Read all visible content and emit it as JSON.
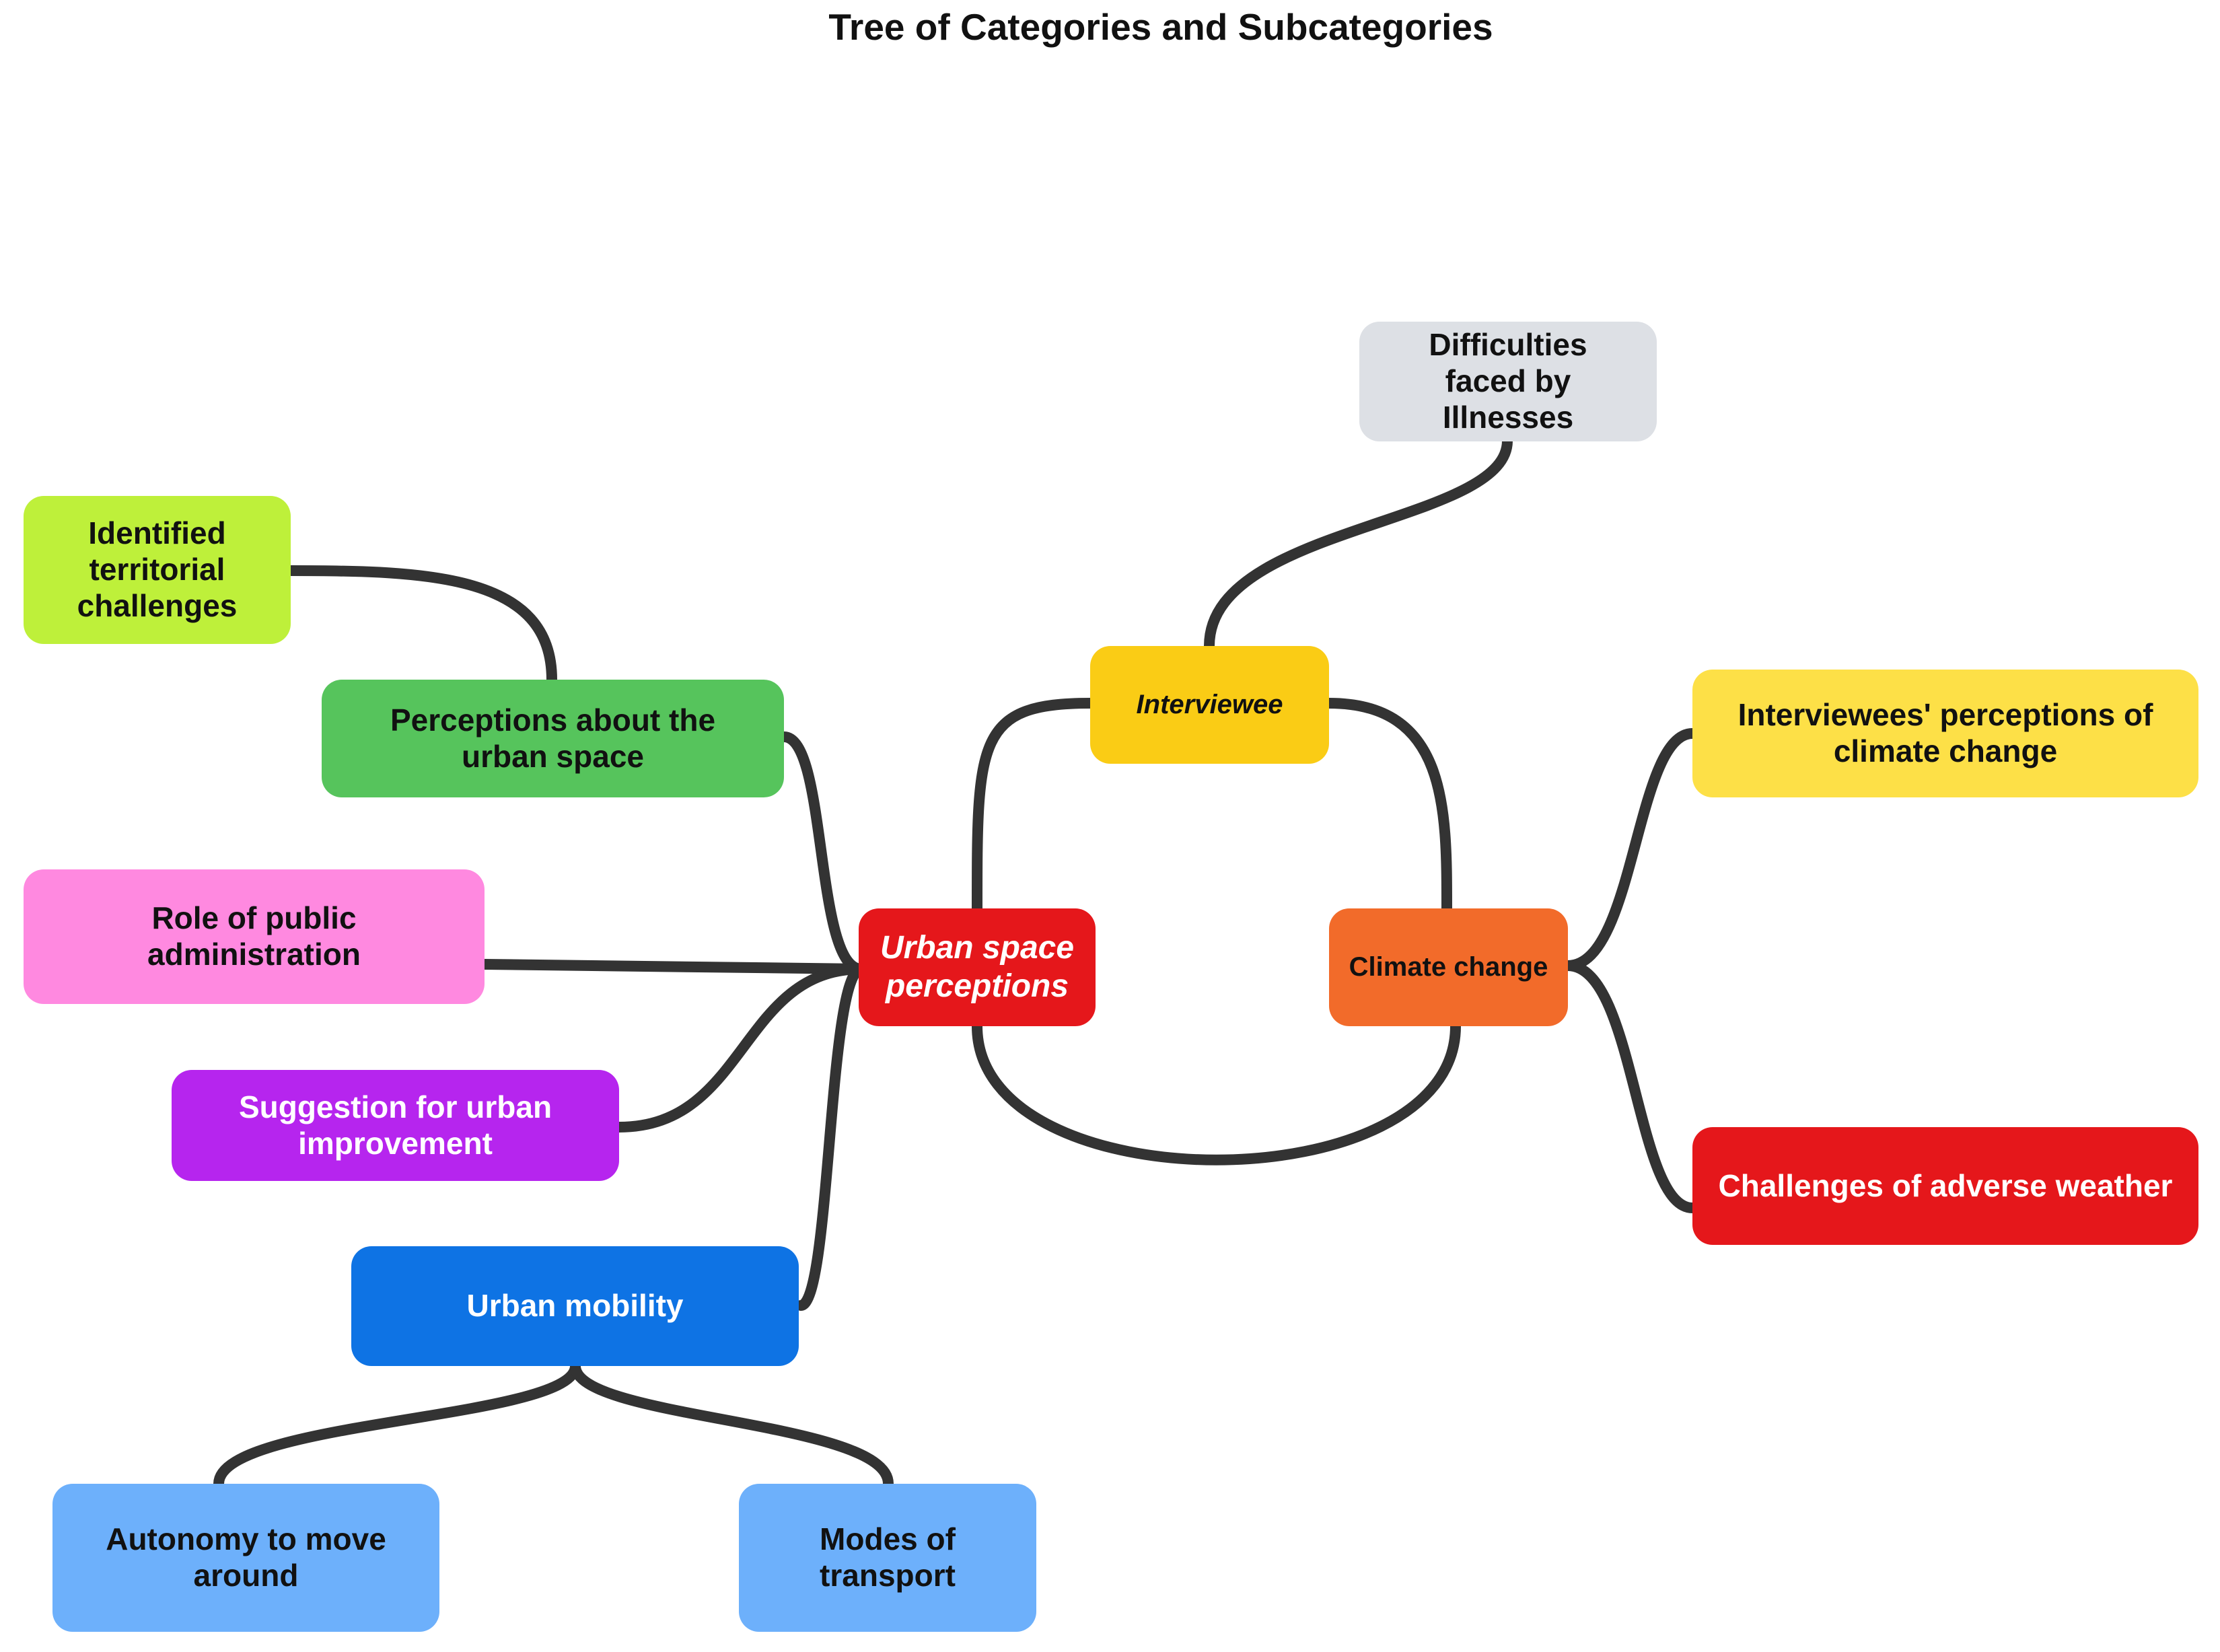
{
  "title": "Tree of Categories and Subcategories",
  "nodes": {
    "urban_space_perceptions": {
      "label": "Urban space perceptions",
      "color": "#E5171B"
    },
    "interviewee": {
      "label": "Interviewee",
      "color": "#FACC15"
    },
    "climate_change": {
      "label": "Climate change",
      "color": "#F26B2A"
    },
    "difficulties_faced_by_illnesses": {
      "label": "Difficulties faced by Illnesses",
      "color": "#DDE0E5"
    },
    "interviewees_perceptions_of_climate_change": {
      "label": "Interviewees' perceptions of climate change",
      "color": "#FDE047"
    },
    "challenges_of_adverse_weather": {
      "label": "Challenges of adverse weather",
      "color": "#E5171B"
    },
    "identified_territorial_challenges": {
      "label": "Identified territorial challenges",
      "color": "#BEF03A"
    },
    "perceptions_about_the_urban_space": {
      "label": "Perceptions about the urban space",
      "color": "#56C45C"
    },
    "role_of_public_administration": {
      "label": "Role of public administration",
      "color": "#FF89E0"
    },
    "suggestion_for_urban_improvement": {
      "label": "Suggestion for urban improvement",
      "color": "#B625EE"
    },
    "urban_mobility": {
      "label": "Urban mobility",
      "color": "#0E73E4"
    },
    "autonomy_to_move_around": {
      "label": "Autonomy to move around",
      "color": "#6DB0FB"
    },
    "modes_of_transport": {
      "label": "Modes of transport",
      "color": "#6DB0FB"
    }
  },
  "connector_color": "#333333"
}
